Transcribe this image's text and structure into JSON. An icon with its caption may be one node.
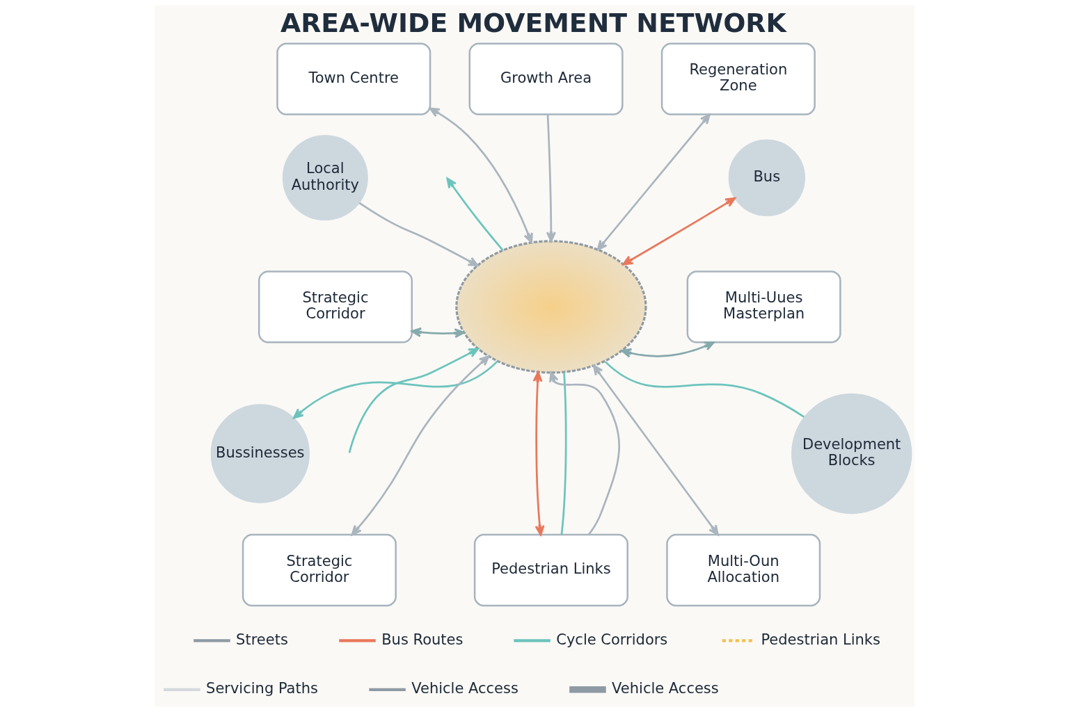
{
  "diagram": {
    "title": "AREA-WIDE MOVEMENT NETWORK",
    "nodes": [
      {
        "text": [
          "Town Centre"
        ]
      },
      {
        "text": [
          "Growth Area"
        ]
      },
      {
        "text": [
          "Regeneration Zone"
        ]
      },
      {
        "text": [
          "Local Authority"
        ]
      },
      {
        "text": [
          "Bus"
        ]
      },
      {
        "text": [
          "Strategic Corridor"
        ]
      },
      {
        "text": [],
        "shape": "ellipse"
      },
      {
        "text": [
          "Multi-Uues Masterplan"
        ]
      },
      {
        "text": [
          "Bussinesses"
        ]
      },
      {
        "text": [
          "Development Blocks"
        ]
      },
      {
        "text": [
          "Strategic Corridor"
        ]
      },
      {
        "text": [
          "Pedestrian Links"
        ]
      },
      {
        "text": [
          "Multi-Oun Allocation"
        ]
      }
    ],
    "edges": [
      {
        "from": 0,
        "to": 6,
        "arrow": "both"
      },
      {
        "from": 1,
        "to": 6,
        "arrow": "to"
      },
      {
        "from": 2,
        "to": 6,
        "arrow": "both"
      },
      {
        "from": null,
        "to": 6,
        "arrow": "to",
        "color": "#6cc4bc"
      },
      {
        "from": 3,
        "to": 6,
        "arrow": "to"
      },
      {
        "from": 4,
        "to": 6,
        "arrow": "both",
        "color": "#e8785b"
      },
      {
        "from": 5,
        "to": 6,
        "arrow": "both",
        "color": "#86a9ac"
      },
      {
        "from": 6,
        "to": 7,
        "arrow": "both",
        "color": "#86a9ac"
      },
      {
        "from": 6,
        "to": 8,
        "arrow": "to",
        "color": "#6cc4bc"
      },
      {
        "from": 6,
        "to": null,
        "arrow": "to",
        "color": "#6cc4bc"
      },
      {
        "from": 6,
        "to": 11,
        "arrow": "both",
        "color": "#e8785b"
      },
      {
        "from": 11,
        "to": 6,
        "arrow": "to"
      },
      {
        "from": 6,
        "to": 11,
        "arrow": "none",
        "color": "#6cc4bc"
      },
      {
        "from": 6,
        "to": 9,
        "arrow": "none",
        "color": "#6cc4bc"
      },
      {
        "from": 6,
        "to": 10,
        "arrow": "both"
      },
      {
        "from": 6,
        "to": 12,
        "arrow": "both"
      }
    ],
    "legend": [
      {
        "text": "Streets"
      },
      {
        "text": "Bus Routes"
      },
      {
        "text": "Cycle Corridors"
      },
      {
        "text": "Pedestrian Links"
      },
      {
        "text": "Servicing Paths"
      },
      {
        "text": "Vehicle Access"
      },
      {
        "text": "Vehicle Access"
      }
    ]
  }
}
